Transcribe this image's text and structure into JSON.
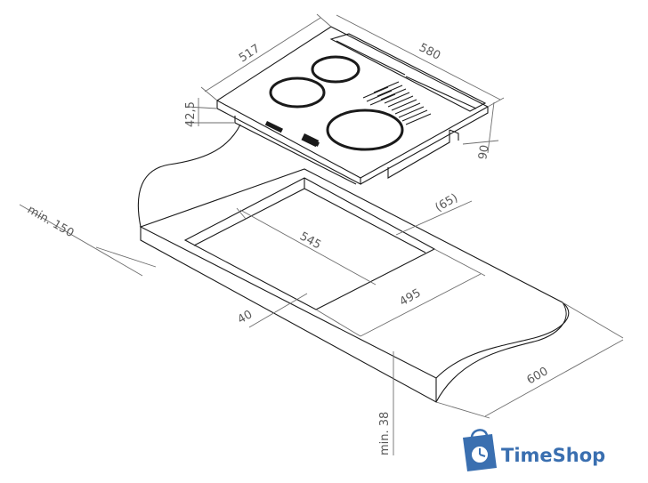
{
  "dimensions": {
    "width": "580",
    "depth": "517",
    "thickness": "42,5",
    "below_height": "90",
    "cutout_width": "545",
    "cutout_depth": "495",
    "front_offset": "40",
    "rear_offset": "(65)",
    "wall_clearance": "min. 150",
    "countertop_depth": "600",
    "min_thickness": "min. 38"
  },
  "brand": {
    "name": "TimeShop",
    "logo_icon": "shopping-bag-clock-icon",
    "color": "#3a6fb0"
  },
  "colors": {
    "line": "#1a1a1a",
    "dimension": "#6e6e6e",
    "burner": "#1a1a1a"
  }
}
